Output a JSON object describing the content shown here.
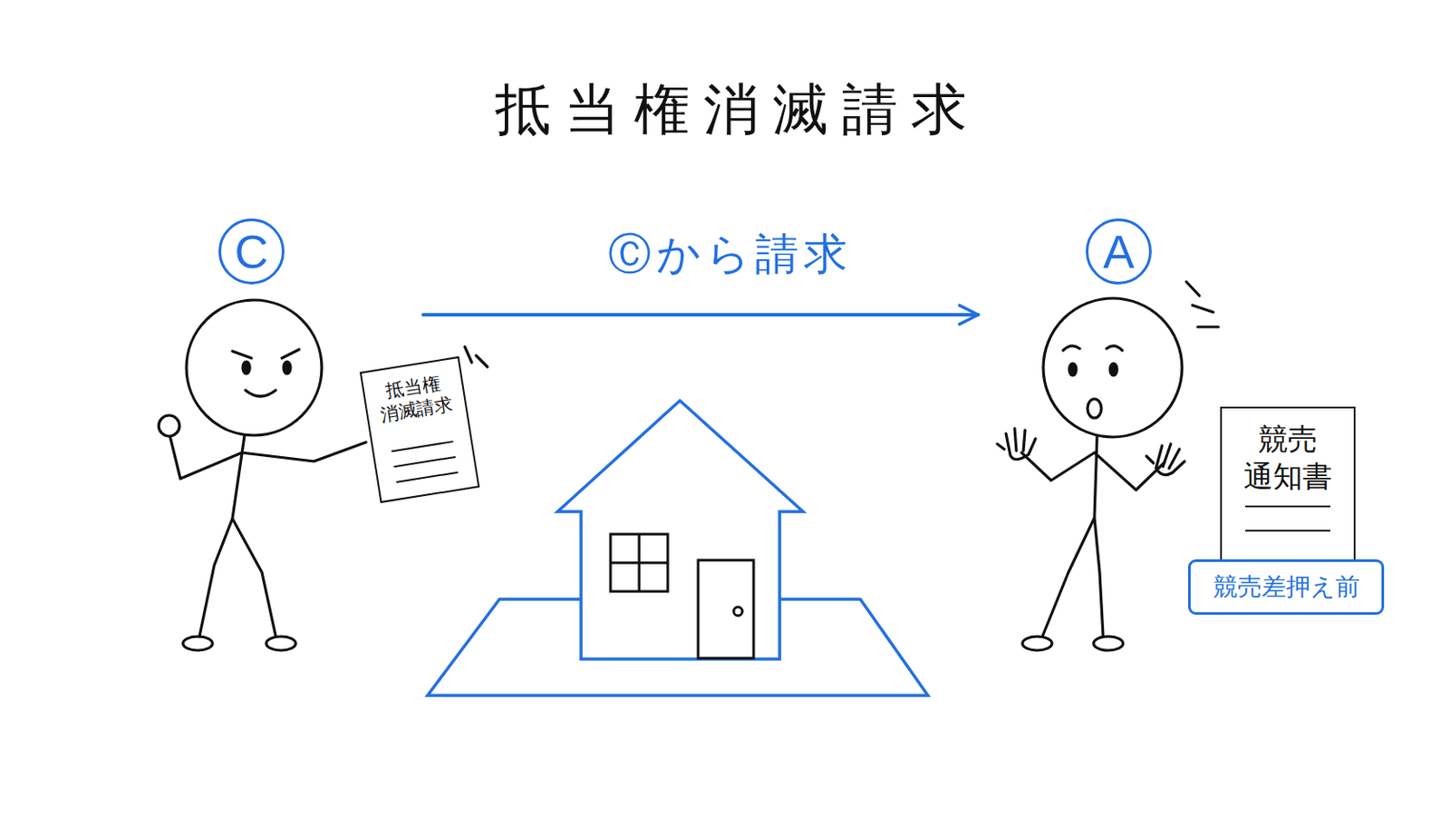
{
  "diagram": {
    "title": "抵当権消滅請求",
    "nodes": [
      {
        "text": [
          "C"
        ]
      },
      {
        "text": [
          "抵当権 消滅請求"
        ]
      },
      {
        "text": [
          "A"
        ]
      },
      {
        "text": [
          "競売 通知書"
        ]
      },
      {
        "text": [
          "競売差押え前"
        ]
      }
    ],
    "edges": [
      {
        "from": 0,
        "to": 2,
        "arrow": "to",
        "label": "Ⓒから請求"
      }
    ]
  }
}
